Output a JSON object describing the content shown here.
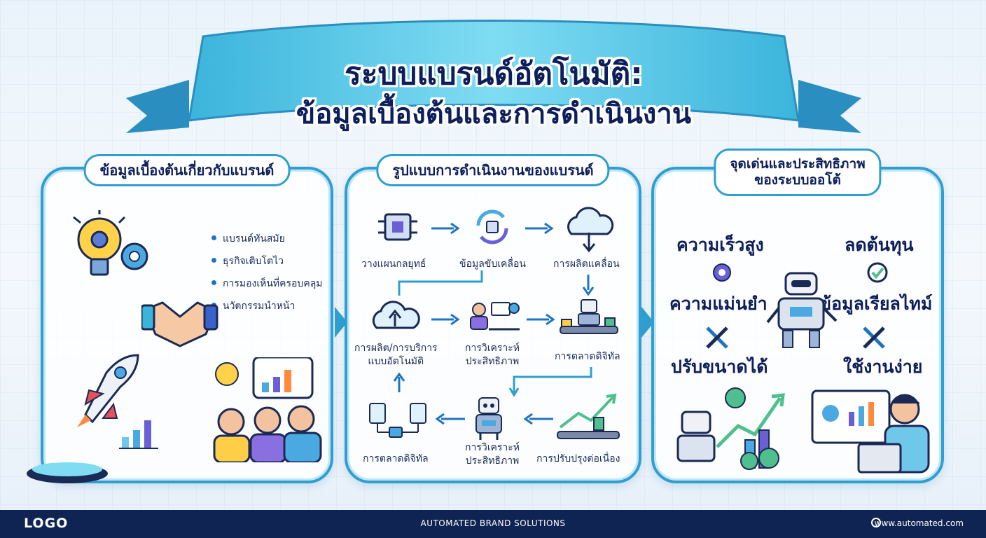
{
  "title": {
    "line1": "ระบบแบรนด์อัตโนมัติ:",
    "line2": "ข้อมูลเบื้องต้นและการดำเนินงาน"
  },
  "panel1": {
    "heading": "ข้อมูลเบื้องต้นเกี่ยวกับแบรนด์",
    "bullets": [
      "แบรนด์ทันสมัย",
      "ธุรกิจเติบโตไว",
      "การมองเห็นที่ครอบคลุม",
      "นวัตกรรมนำหน้า"
    ]
  },
  "panel2": {
    "heading": "รูปแบบการดำเนินงานของแบรนด์",
    "steps": {
      "plan": "วางแผนกลยุทธ์",
      "data_driven": "ข้อมูลขับเคลื่อน",
      "production_drive": "การผลิตแคลื่อน",
      "auto_service_l1": "การผลิต/การบริการ",
      "auto_service_l2": "แบบอัตโนมัติ",
      "analysis_l1": "การวิเคราะห์",
      "analysis_l2": "ประสิทธิภาพ",
      "digital_marketing_top": "การตลาดดิจิทัล",
      "digital_marketing_bottom": "การตลาดดิจิทัล",
      "analysis2_l1": "การวิเคราะห์",
      "analysis2_l2": "ประสิทธิภาพ",
      "improve": "การปรับปรุงต่อเนื่อง"
    }
  },
  "panel3": {
    "heading_l1": "จุดเด่นและประสิทธิภาพ",
    "heading_l2": "ของระบบออโต้",
    "features": {
      "speed": "ความเร็วสูง",
      "cost": "ลดต้นทุน",
      "accuracy": "ความแม่นยำ",
      "realtime": "ข้อมูลเรียลไทม์",
      "scalable": "ปรับขนาดได้",
      "easy": "ใช้งานง่าย"
    }
  },
  "footer": {
    "logo": "LOGO",
    "tagline": "AUTOMATED BRAND SOLUTIONS",
    "website": "www.automated.com"
  },
  "colors": {
    "accent": "#2f9fd0",
    "navy": "#0d1e5a",
    "footer_bg": "#0f2452",
    "ribbon": "#4ec5e6"
  }
}
